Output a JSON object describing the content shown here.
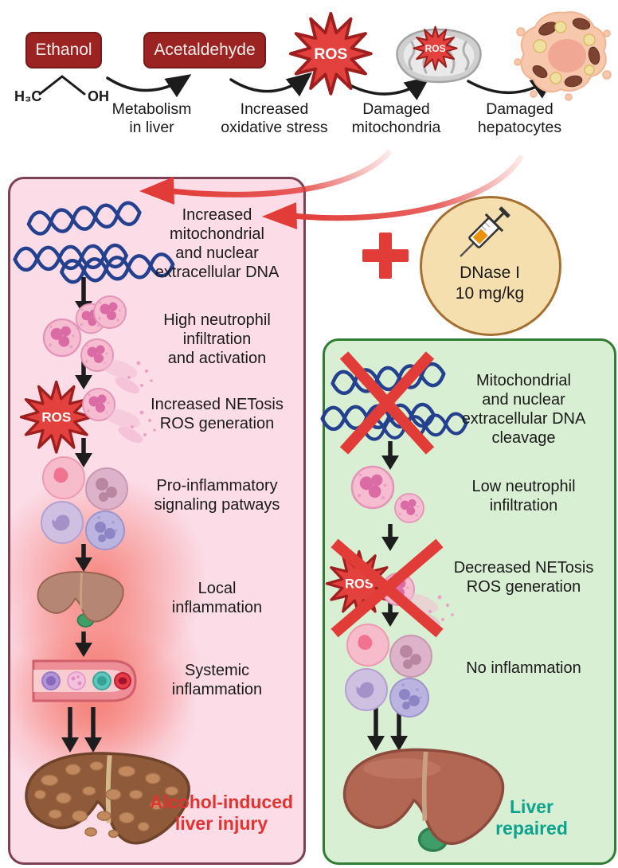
{
  "colors": {
    "accent_red": "#e23c38",
    "chem_box_red": "#9b2423",
    "pink_panel_bg": "#fbdce7",
    "pink_panel_border": "#7d4055",
    "green_panel_bg": "#d9efd3",
    "green_panel_border": "#2e7d33",
    "dna_blue": "#24418f",
    "dnase_circle_bg": "#f6dfae",
    "dnase_circle_border": "#a5702f",
    "injury_text": "#e3322f",
    "repaired_text": "#0ba38d"
  },
  "top_flow": {
    "ethanol_label": "Ethanol",
    "acetaldehyde_label": "Acetaldehyde",
    "chem_h3c": "H₃C",
    "chem_oh": "OH",
    "ros_label": "ROS",
    "mito_ros_label": "ROS",
    "step_labels": [
      "Metabolism\nin liver",
      "Increased\noxidative stress",
      "Damaged\nmitochondria",
      "Damaged\nhepatocytes"
    ]
  },
  "treatment": {
    "plus_sign": "+",
    "dnase_label": "DNase I\n10 mg/kg"
  },
  "injury_pathway": {
    "ros_label": "ROS",
    "steps": [
      "Increased\nmitochondrial\nand nuclear\nextracellular DNA",
      "High neutrophil\ninfiltration\nand activation",
      "Increased NETosis\nROS generation",
      "Pro-inflammatory\nsignaling patways",
      "Local\ninflammation",
      "Systemic\ninflammation"
    ],
    "result": "Alcohol-induced\nliver injury"
  },
  "treatment_pathway": {
    "ros_label": "ROS",
    "steps": [
      "Mitochondrial\nand nuclear\nextracellular DNA\ncleavage",
      "Low neutrophil\ninfiltration",
      "Decreased NETosis\nROS generation",
      "No inflammation"
    ],
    "result": "Liver\nrepaired"
  }
}
